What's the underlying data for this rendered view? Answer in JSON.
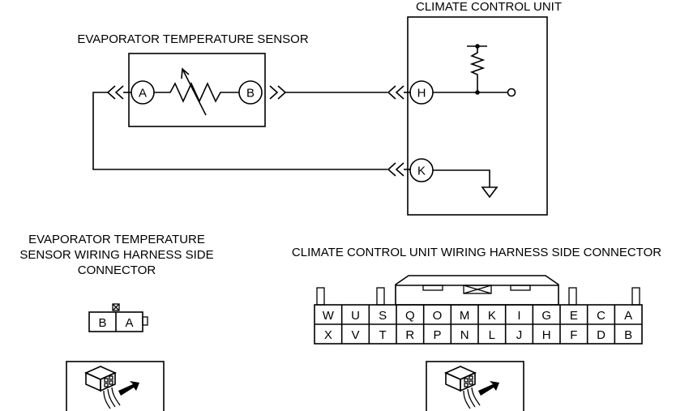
{
  "titles": {
    "climate_control_unit": "CLIMATE CONTROL UNIT",
    "evap_sensor": "EVAPORATOR TEMPERATURE SENSOR",
    "evap_connector_line1": "EVAPORATOR TEMPERATURE",
    "evap_connector_line2": "SENSOR WIRING HARNESS SIDE",
    "evap_connector_line3": "CONNECTOR",
    "ccu_connector": "CLIMATE CONTROL UNIT WIRING HARNESS SIDE CONNECTOR"
  },
  "sensor_pins": {
    "a": "A",
    "b": "B"
  },
  "ccu_pins": {
    "h": "H",
    "k": "K"
  },
  "evap_connector_cells": [
    "B",
    "A"
  ],
  "ccu_connector": {
    "top_row": [
      "W",
      "U",
      "S",
      "Q",
      "O",
      "M",
      "K",
      "I",
      "G",
      "E",
      "C",
      "A"
    ],
    "bottom_row": [
      "X",
      "V",
      "T",
      "R",
      "P",
      "N",
      "L",
      "J",
      "H",
      "F",
      "D",
      "B"
    ]
  },
  "icons": [
    "connector-view-icon",
    "ground-icon",
    "resistor-icon",
    "thermistor-icon"
  ]
}
